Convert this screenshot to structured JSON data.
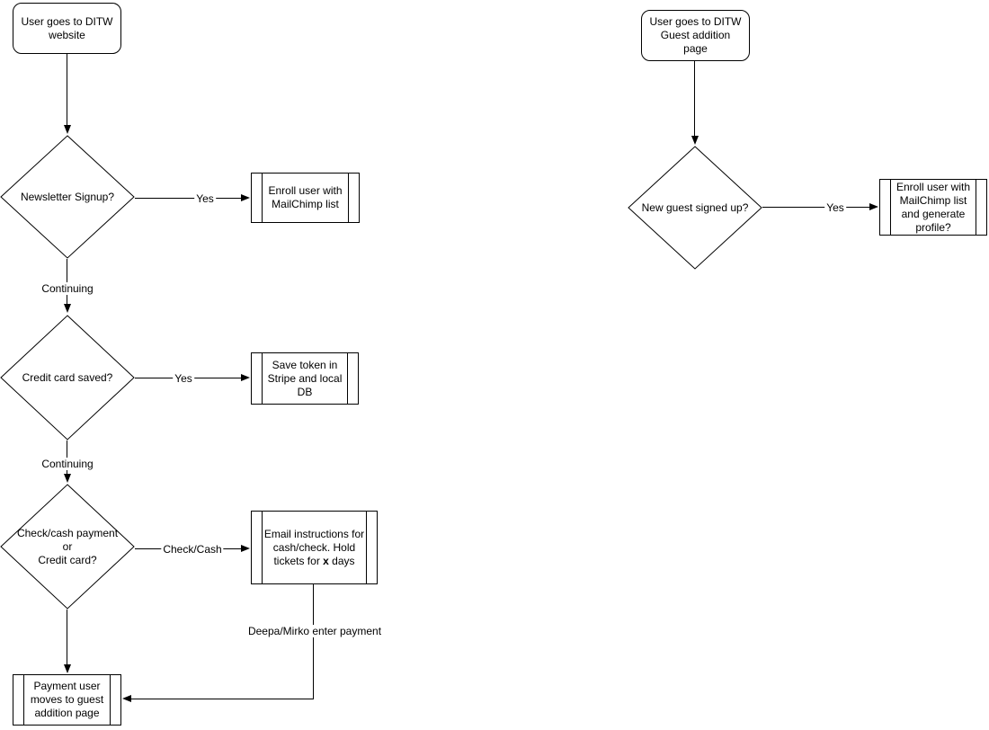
{
  "canvas": {
    "background_color": "#ffffff",
    "stroke_color": "#000000",
    "text_color": "#000000"
  },
  "left_flow": {
    "start_label": "User goes to DITW website",
    "decision_newsletter_label": "Newsletter Signup?",
    "process_enroll_label": "Enroll user with MailChimp list",
    "edge_yes1_label": "Yes",
    "edge_continuing1_label": "Continuing",
    "decision_credit_label": "Credit card saved?",
    "process_token_label": "Save token in Stripe and local DB",
    "edge_yes2_label": "Yes",
    "edge_continuing2_label": "Continuing",
    "decision_payment_lines": [
      "Check/cash payment",
      "or",
      "Credit card?"
    ],
    "edge_checkcash_label": "Check/Cash",
    "process_email_text_before": "Email instructions for cash/check. Hold tickets for ",
    "process_email_bold": "x",
    "process_email_text_after": " days",
    "edge_deepa_label": "Deepa/Mirko enter payment",
    "process_payment_user_label": "Payment user moves to guest addition page"
  },
  "right_flow": {
    "start_label": "User goes to DITW Guest addition page",
    "decision_guest_label": "New guest signed up?",
    "edge_yes_label": "Yes",
    "process_enroll_label": "Enroll user with MailChimp list and generate profile?"
  }
}
